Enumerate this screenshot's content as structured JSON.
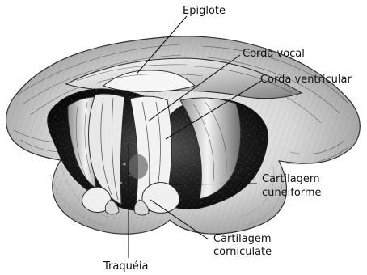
{
  "labels": {
    "epiglote": "Epiglote",
    "corda_vocal": "Corda vocal",
    "corda_ventricular": "Corda ventricular",
    "cartilagem_cuneiforme_line1": "Cartilagem",
    "cartilagem_cuneiforme_line2": "cuneiforme",
    "cartilagem_corniculate_line1": "Cartilagem",
    "cartilagem_corniculate_line2": "corniculate",
    "traqueia": "Traquéia"
  }
}
